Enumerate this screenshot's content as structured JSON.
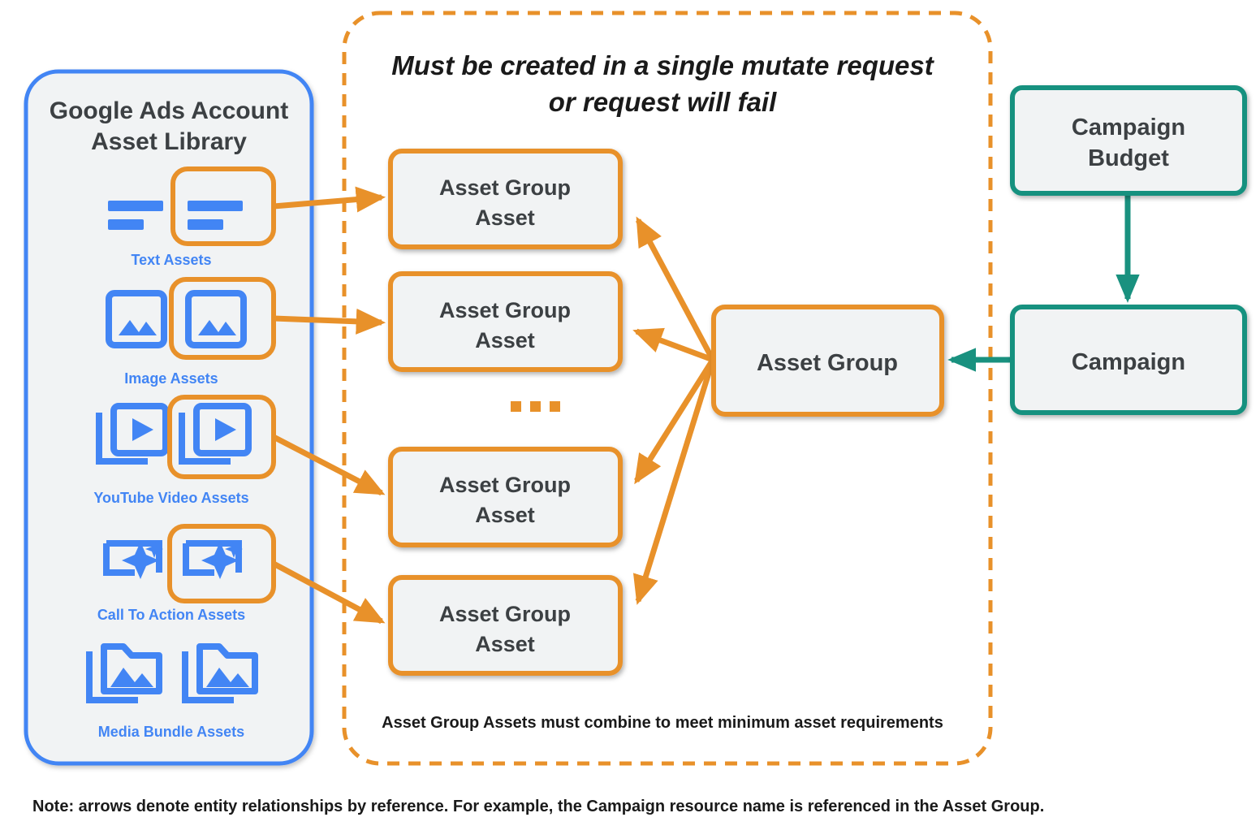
{
  "diagram": {
    "title_note": "Note: arrows denote entity relationships by reference. For example, the Campaign resource name is referenced in the Asset Group.",
    "colors": {
      "orange": "#e8912a",
      "blue": "#4285f4",
      "teal": "#19917f",
      "node_fill": "#f1f3f4",
      "node_text": "#3c4043",
      "panel_fill": "#f1f3f4",
      "background": "#ffffff"
    }
  },
  "asset_library": {
    "title_line1": "Google Ads Account",
    "title_line2": "Asset Library",
    "items": [
      {
        "caption": "Text Assets",
        "icon": "text-asset-icon",
        "highlighted": true
      },
      {
        "caption": "Image Assets",
        "icon": "image-asset-icon",
        "highlighted": true
      },
      {
        "caption": "YouTube Video  Assets",
        "icon": "youtube-video-asset-icon",
        "highlighted": true
      },
      {
        "caption": "Call To Action Assets",
        "icon": "call-to-action-asset-icon",
        "highlighted": true
      },
      {
        "caption": "Media Bundle  Assets",
        "icon": "media-bundle-asset-icon",
        "highlighted": false
      }
    ]
  },
  "mutate_group": {
    "banner_line1": "Must be created in a single mutate request",
    "banner_line2": "or request will fail",
    "footer_line": "Asset Group Assets must combine to meet minimum asset requirements",
    "ellipsis": "...",
    "asset_group_assets": [
      {
        "line1": "Asset Group",
        "line2": "Asset"
      },
      {
        "line1": "Asset Group",
        "line2": "Asset"
      },
      {
        "line1": "Asset Group",
        "line2": "Asset"
      },
      {
        "line1": "Asset Group",
        "line2": "Asset"
      }
    ],
    "asset_group": {
      "label": "Asset Group"
    }
  },
  "campaign_side": {
    "campaign_budget": {
      "line1": "Campaign",
      "line2": "Budget"
    },
    "campaign": {
      "label": "Campaign"
    }
  }
}
